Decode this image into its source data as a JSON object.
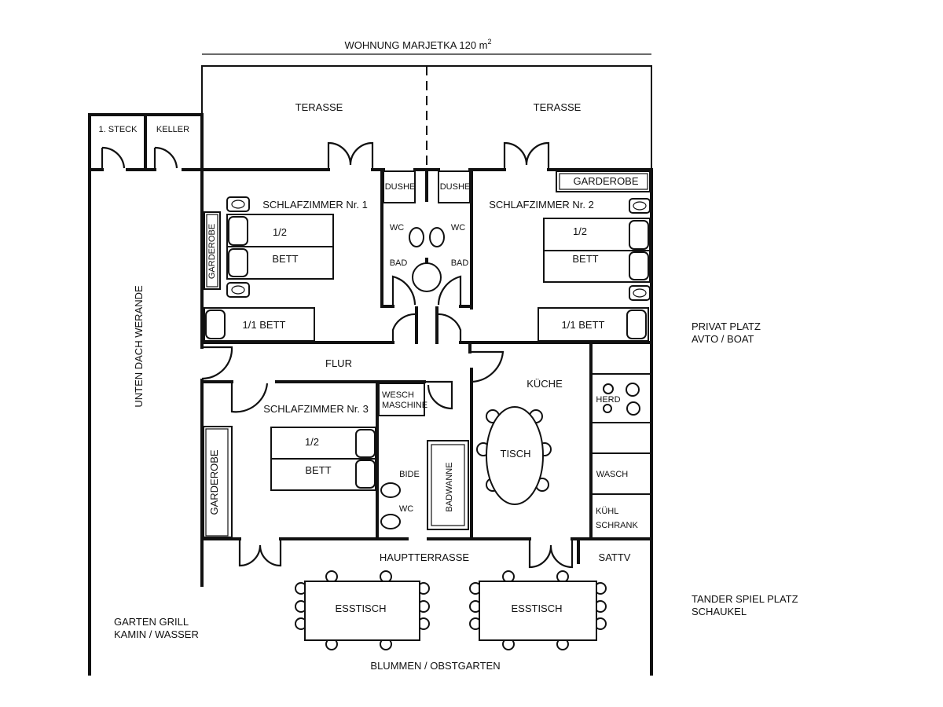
{
  "title": {
    "text": "WOHNUNG MARJETKA 120 m",
    "sup": "2"
  },
  "rooms": {
    "terrace_left": "TERASSE",
    "terrace_right": "TERASSE",
    "first_floor": "1. STECK",
    "cellar": "KELLER",
    "bedroom1": "SCHLAFZIMMER Nr. 1",
    "bedroom2": "SCHLAFZIMMER Nr. 2",
    "bedroom3": "SCHLAFZIMMER Nr. 3",
    "hall": "FLUR",
    "kitchen": "KÜCHE",
    "main_terrace": "HAUPTTERRASSE",
    "sat_tv": "SATTV"
  },
  "fixtures": {
    "wardrobe_b1": "GARDEROBE",
    "wardrobe_b2": "GARDEROBE",
    "wardrobe_b3": "GARDEROBE",
    "half": "1/2",
    "bed": "BETT",
    "single_bed": "1/1 BETT",
    "shower": "DUSHE",
    "wc": "WC",
    "bath": "BAD",
    "washing_line1": "WESCH",
    "washing_line2": "MASCHINE",
    "bidet": "BIDE",
    "bathtub": "BADWANNE",
    "table": "TISCH",
    "stove": "HERD",
    "sink": "WASCH",
    "fridge_line1": "KÜHL",
    "fridge_line2": "SCHRANK",
    "dining_table": "ESSTISCH"
  },
  "outside": {
    "veranda": "UNTEN DACH WERANDE",
    "parking_line1": "PRIVAT PLATZ",
    "parking_line2": "AVTO / BOAT",
    "playground_line1": "TANDER SPIEL PLATZ",
    "playground_line2": "SCHAUKEL",
    "grill_line1": "GARTEN GRILL",
    "grill_line2": "KAMIN / WASSER",
    "garden": "BLUMMEN / OBSTGARTEN"
  }
}
